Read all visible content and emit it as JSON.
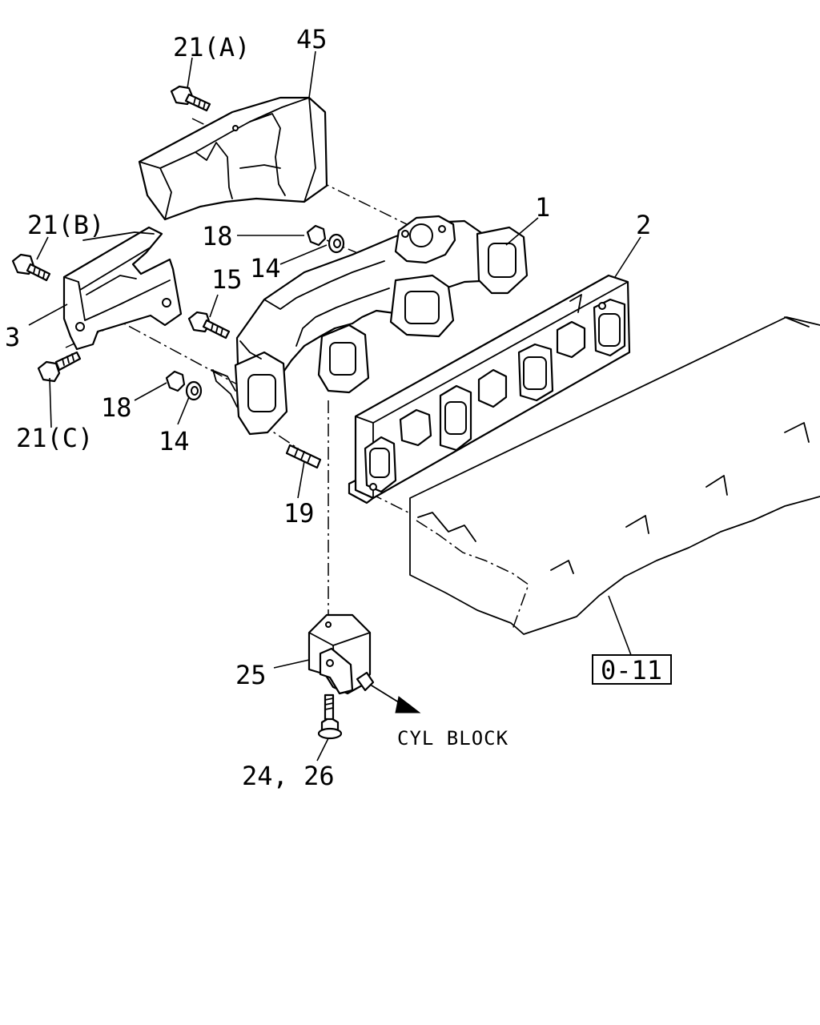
{
  "callouts": {
    "c21a": "21(A)",
    "c45": "45",
    "c21b": "21(B)",
    "c1": "1",
    "c2": "2",
    "c18_top": "18",
    "c14_top": "14",
    "c15": "15",
    "c3": "3",
    "c18_bot": "18",
    "c14_bot": "14",
    "c21c": "21(C)",
    "c19": "19",
    "c25": "25",
    "c24_26": "24, 26"
  },
  "direction_label": "CYL BLOCK",
  "reference_box": "0-11"
}
